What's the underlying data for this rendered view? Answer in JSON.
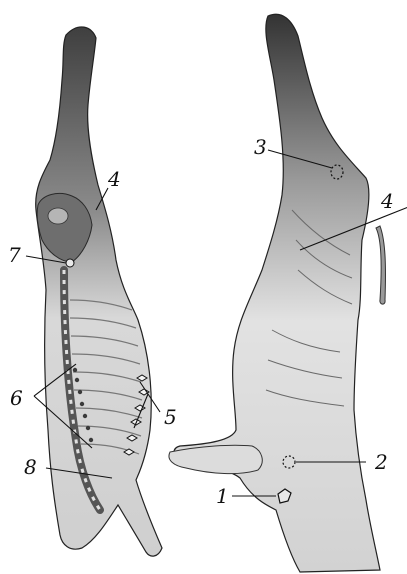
{
  "figure": {
    "background": "#ffffff",
    "ink": "#1a1a1a",
    "meat_dark": "#5c5c5c",
    "meat_mid": "#9a9a9a",
    "meat_light": "#d6d6d6",
    "fat": "#ececec"
  },
  "callouts": [
    {
      "id": "1",
      "text": "1"
    },
    {
      "id": "2",
      "text": "2"
    },
    {
      "id": "3",
      "text": "3"
    },
    {
      "id": "4",
      "text": "4"
    },
    {
      "id": "5",
      "text": "5"
    },
    {
      "id": "6",
      "text": "6"
    },
    {
      "id": "7",
      "text": "7"
    },
    {
      "id": "8",
      "text": "8"
    }
  ]
}
